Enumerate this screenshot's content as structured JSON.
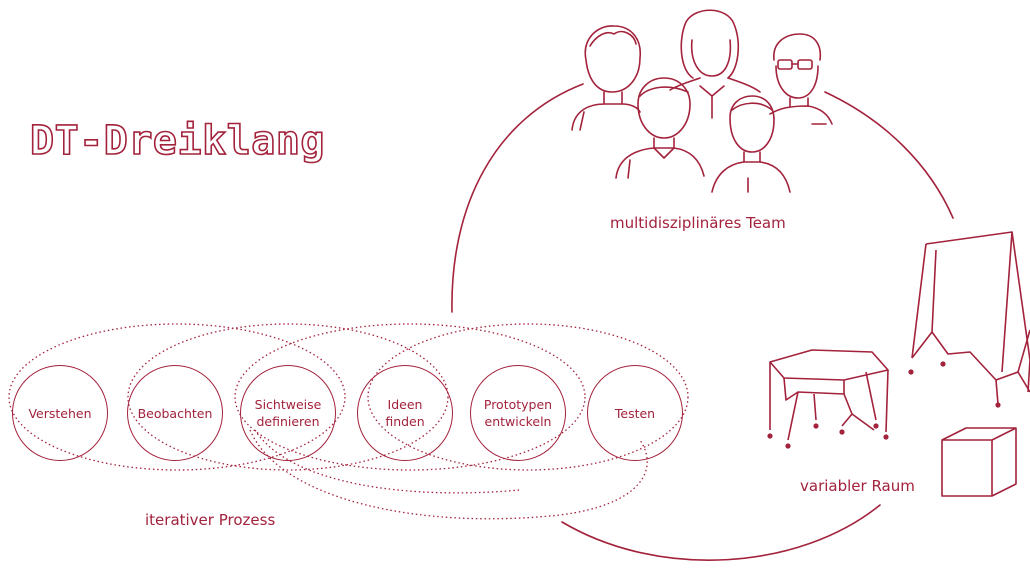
{
  "title": "DT-Dreiklang",
  "captions": {
    "team": "multidisziplinäres Team",
    "space": "variabler Raum",
    "process": "iterativer Prozess"
  },
  "steps": [
    {
      "label": "Verstehen"
    },
    {
      "label": "Beobachten"
    },
    {
      "label": "Sichtweise\ndefinieren"
    },
    {
      "label": "Ideen\nfinden"
    },
    {
      "label": "Prototypen\nentwickeln"
    },
    {
      "label": "Testen"
    }
  ],
  "colors": {
    "accent": "#a3223c",
    "background": "#ffffff"
  },
  "icons": {
    "team": "group-of-people-icon",
    "space_board": "flipchart-board-icon",
    "space_table": "table-icon",
    "space_cube": "cube-icon"
  }
}
